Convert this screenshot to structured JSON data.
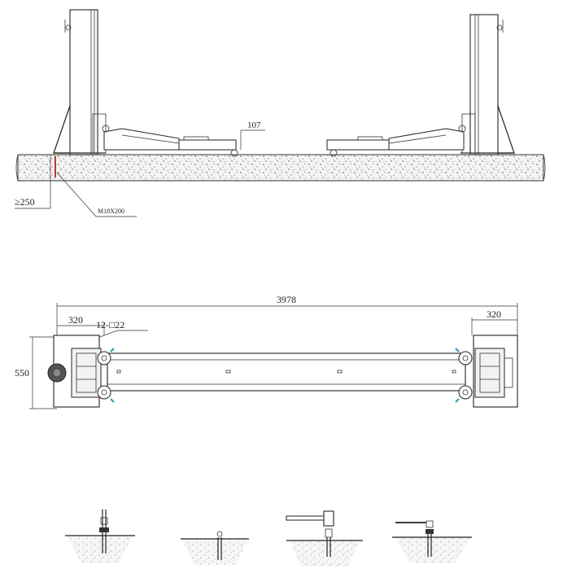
{
  "elevation": {
    "dims": {
      "height": "107",
      "anchor_depth": "≥250",
      "bolt": "M18X200"
    }
  },
  "plan": {
    "dims": {
      "overall_width": "3978",
      "left_span": "320",
      "right_span": "320",
      "depth": "550",
      "bolts": "12-□22"
    }
  },
  "colors": {
    "line": "#222222",
    "concrete_fill": "#efefef",
    "accent_red": "#c0392b",
    "accent_teal": "#2a9fb5"
  },
  "steps": [
    {
      "icon": "drill-bolt-icon"
    },
    {
      "icon": "insert-bolt-icon"
    },
    {
      "icon": "hammer-bolt-icon"
    },
    {
      "icon": "wrench-bolt-icon"
    }
  ]
}
